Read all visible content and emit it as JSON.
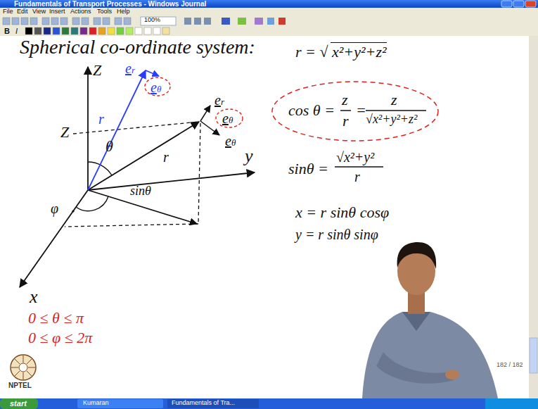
{
  "diagram": {
    "title": "Spherical co-ordinate system:",
    "labels": [
      "Fundamentals of Transport Processes - Windows Journal",
      "File",
      "Edit",
      "View",
      "Insert",
      "Actions",
      "Tools",
      "Help",
      "100%",
      "B",
      "I",
      "Z",
      "Z",
      "y",
      "x",
      "r",
      "er",
      "eθ",
      "er",
      "eθ",
      "eθ",
      "r",
      "θ",
      "sinθ",
      "φ",
      "r = √",
      "x²+y²+z²",
      "cos θ =",
      "z",
      "r",
      "=",
      "z",
      "√x²+y²+z²",
      "sinθ =",
      "√x²+y²",
      "r",
      "x = r sinθ cosφ",
      "y = r sinθ sinφ",
      "0 ≤ θ ≤ π",
      "0 ≤ φ ≤ 2π",
      "NPTEL",
      "182 / 182",
      "start",
      "Kumaran",
      "Fundamentals of Tra..."
    ]
  }
}
